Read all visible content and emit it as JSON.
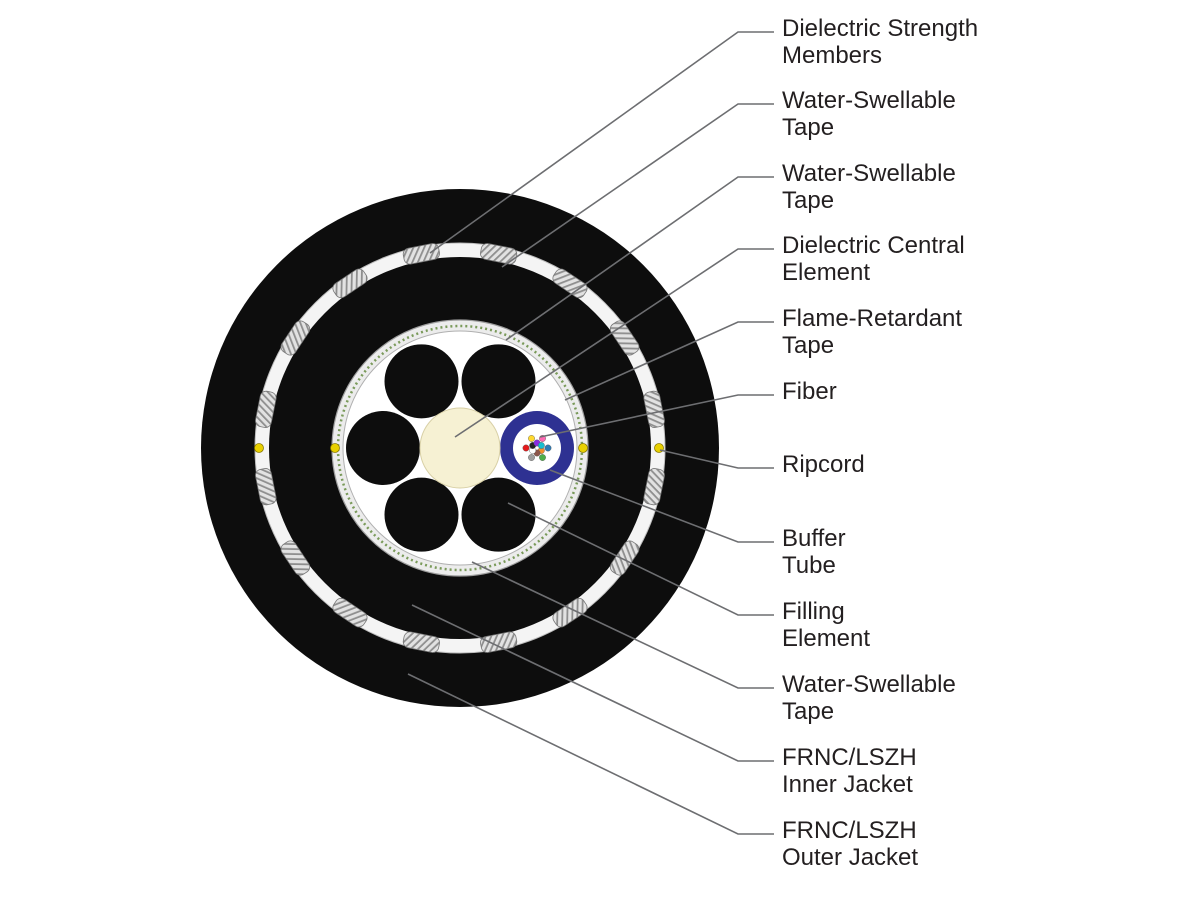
{
  "colors": {
    "jacket": "#0d0d0d",
    "tape": "#f4f4f4",
    "central_element": "#f6f1d3",
    "buffer_tube": "#2e3192",
    "ripcord": "#e8d000",
    "strength_member": "#c9c9c9",
    "leader_line": "#6d6e71",
    "label": "#231f20"
  },
  "fiber_colors": [
    "#2c7bb6",
    "#f28e2b",
    "#4daf4a",
    "#8c564b",
    "#9e9e9e",
    "#ffffff",
    "#e41a1c",
    "#222222",
    "#ffd92f",
    "#8a2be2",
    "#ff69b4",
    "#17becf"
  ],
  "labels": [
    {
      "id": "dielectric-strength-members",
      "lines": [
        "Dielectric Strength",
        "Members"
      ],
      "icon": "strength-member-icon"
    },
    {
      "id": "water-swellable-tape-outer",
      "lines": [
        "Water-Swellable",
        "Tape"
      ],
      "icon": "tape-icon"
    },
    {
      "id": "water-swellable-tape-core",
      "lines": [
        "Water-Swellable",
        "Tape"
      ],
      "icon": "tape-icon"
    },
    {
      "id": "dielectric-central-element",
      "lines": [
        "Dielectric Central",
        "Element"
      ],
      "icon": "central-element-icon"
    },
    {
      "id": "flame-retardant-tape",
      "lines": [
        "Flame-Retardant",
        "Tape"
      ],
      "icon": "tape-icon"
    },
    {
      "id": "fiber",
      "lines": [
        "Fiber"
      ],
      "icon": "fiber-icon"
    },
    {
      "id": "ripcord",
      "lines": [
        "Ripcord"
      ],
      "icon": "ripcord-icon"
    },
    {
      "id": "buffer-tube",
      "lines": [
        "Buffer",
        "Tube"
      ],
      "icon": "buffer-tube-icon"
    },
    {
      "id": "filling-element",
      "lines": [
        "Filling",
        "Element"
      ],
      "icon": "filling-element-icon"
    },
    {
      "id": "water-swellable-tape-inner",
      "lines": [
        "Water-Swellable",
        "Tape"
      ],
      "icon": "tape-icon"
    },
    {
      "id": "frnc-lszh-inner-jacket",
      "lines": [
        "FRNC/LSZH",
        "Inner Jacket"
      ],
      "icon": "jacket-icon"
    },
    {
      "id": "frnc-lszh-outer-jacket",
      "lines": [
        "FRNC/LSZH",
        "Outer Jacket"
      ],
      "icon": "jacket-icon"
    }
  ]
}
